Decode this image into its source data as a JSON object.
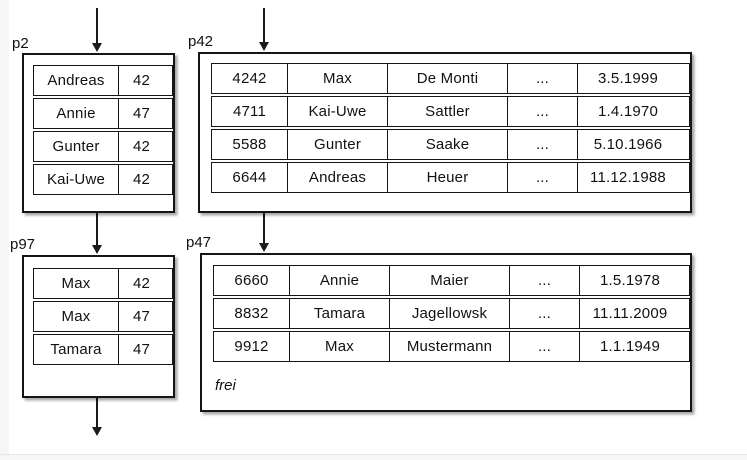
{
  "diagram": {
    "description_colors": {
      "line": "#1a1a1a",
      "page_background": "#ffffff",
      "canvas_edge": "#f6f6f6"
    },
    "links": [
      {
        "from": "external-top",
        "to": "p2"
      },
      {
        "from": "external-top",
        "to": "p42"
      },
      {
        "from": "p2",
        "to": "p97"
      },
      {
        "from": "p42",
        "to": "p47"
      },
      {
        "from": "p97",
        "to": "external-bottom"
      }
    ]
  },
  "pages": [
    {
      "label": "p2",
      "rows": [
        [
          "Andreas",
          "42"
        ],
        [
          "Annie",
          "47"
        ],
        [
          "Gunter",
          "42"
        ],
        [
          "Kai-Uwe",
          "42"
        ]
      ]
    },
    {
      "label": "p42",
      "rows": [
        [
          "4242",
          "Max",
          "De Monti",
          "...",
          "3.5.1999"
        ],
        [
          "4711",
          "Kai-Uwe",
          "Sattler",
          "...",
          "1.4.1970"
        ],
        [
          "5588",
          "Gunter",
          "Saake",
          "...",
          "5.10.1966"
        ],
        [
          "6644",
          "Andreas",
          "Heuer",
          "...",
          "11.12.1988"
        ]
      ]
    },
    {
      "label": "p97",
      "rows": [
        [
          "Max",
          "42"
        ],
        [
          "Max",
          "47"
        ],
        [
          "Tamara",
          "47"
        ]
      ]
    },
    {
      "label": "p47",
      "rows": [
        [
          "6660",
          "Annie",
          "Maier",
          "...",
          "1.5.1978"
        ],
        [
          "8832",
          "Tamara",
          "Jagellowsk",
          "...",
          "11.11.2009"
        ],
        [
          "9912",
          "Max",
          "Mustermann",
          "...",
          "1.1.1949"
        ]
      ],
      "free_label": "frei"
    }
  ]
}
